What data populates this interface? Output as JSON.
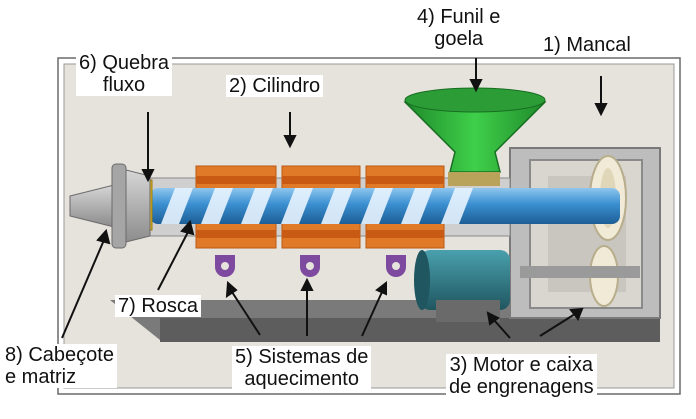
{
  "labels": {
    "mancal": "1) Mancal",
    "cilindro": "2) Cilindro",
    "motor_1": "3) Motor e caixa",
    "motor_2": "de engrenagens",
    "funil_1": "4) Funil e",
    "funil_2": "goela",
    "aquec_1": "5) Sistemas de",
    "aquec_2": "aquecimento",
    "quebra_1": "6) Quebra",
    "quebra_2": "fluxo",
    "rosca": "7) Rosca",
    "cabecote_1": "8) Cabeçote",
    "cabecote_2": "e matriz"
  },
  "colors": {
    "panel": "#e6e3dc",
    "base": "#6b6b6b",
    "heater": "#e07a28",
    "heater_band": "#c85a14",
    "screw": "#3a8fd0",
    "hopper": "#2fae3a",
    "motor": "#2b6f7a",
    "gear": "#f1ead6",
    "frame": "#8a8a8a",
    "clamp": "#7d4aa0"
  }
}
